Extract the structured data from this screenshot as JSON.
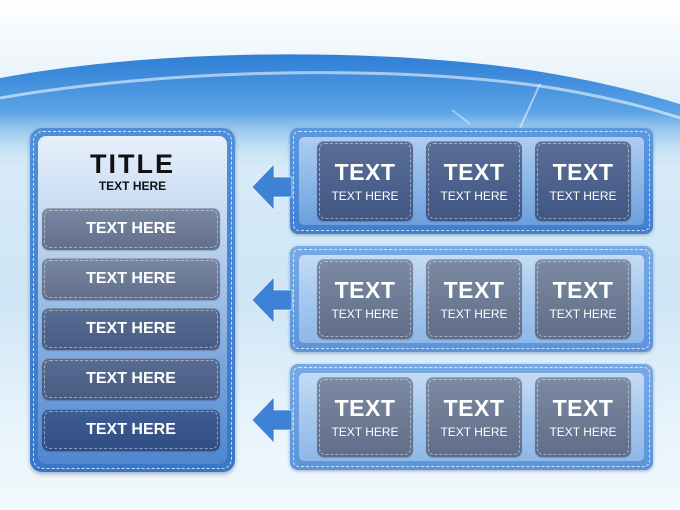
{
  "left_panel": {
    "title": "TITLE",
    "subtitle": "TEXT HERE",
    "items": [
      {
        "label": "TEXT HERE"
      },
      {
        "label": "TEXT HERE"
      },
      {
        "label": "TEXT HERE"
      },
      {
        "label": "TEXT HERE"
      },
      {
        "label": "TEXT HERE"
      }
    ]
  },
  "rows": [
    {
      "cells": [
        {
          "title": "TEXT",
          "label": "TEXT HERE"
        },
        {
          "title": "TEXT",
          "label": "TEXT HERE"
        },
        {
          "title": "TEXT",
          "label": "TEXT HERE"
        }
      ]
    },
    {
      "cells": [
        {
          "title": "TEXT",
          "label": "TEXT HERE"
        },
        {
          "title": "TEXT",
          "label": "TEXT HERE"
        },
        {
          "title": "TEXT",
          "label": "TEXT HERE"
        }
      ]
    },
    {
      "cells": [
        {
          "title": "TEXT",
          "label": "TEXT HERE"
        },
        {
          "title": "TEXT",
          "label": "TEXT HERE"
        },
        {
          "title": "TEXT",
          "label": "TEXT HERE"
        }
      ]
    }
  ],
  "colors": {
    "panel_blue": "#3a76c8",
    "cell_gray": "#626f8b",
    "cell_dark": "#2f4d82",
    "arrow_blue": "#3e82d6"
  },
  "icons": {
    "row_arrow": "arrow-left-icon"
  }
}
